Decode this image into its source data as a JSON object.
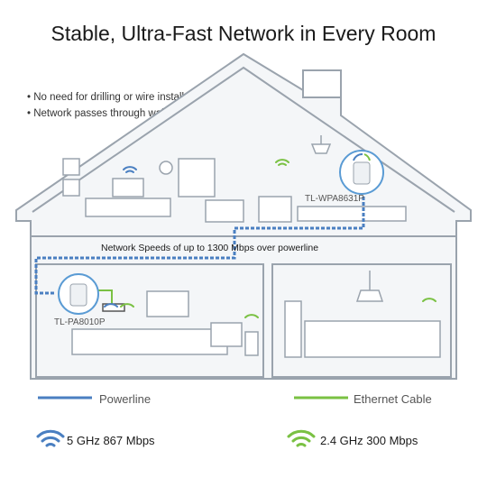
{
  "title": "Stable, Ultra-Fast Network in Every Room",
  "bullets": [
    "• No need for drilling or wire installation.",
    "• Network passes through walls and floors"
  ],
  "speed_label": "Network Speeds of up to 1300 Mbps over powerline",
  "devices": {
    "upper": "TL-WPA8631P",
    "lower": "TL-PA8010P"
  },
  "legend": {
    "powerline": "Powerline",
    "ethernet": "Ethernet Cable"
  },
  "wifi": {
    "band_5": "5 GHz  867 Mbps",
    "band_24": "2.4 GHz  300 Mbps"
  },
  "colors": {
    "powerline": "#4a7fc1",
    "ethernet": "#7ac143",
    "house_line": "#9aa3ad",
    "house_fill": "#f4f6f8"
  }
}
